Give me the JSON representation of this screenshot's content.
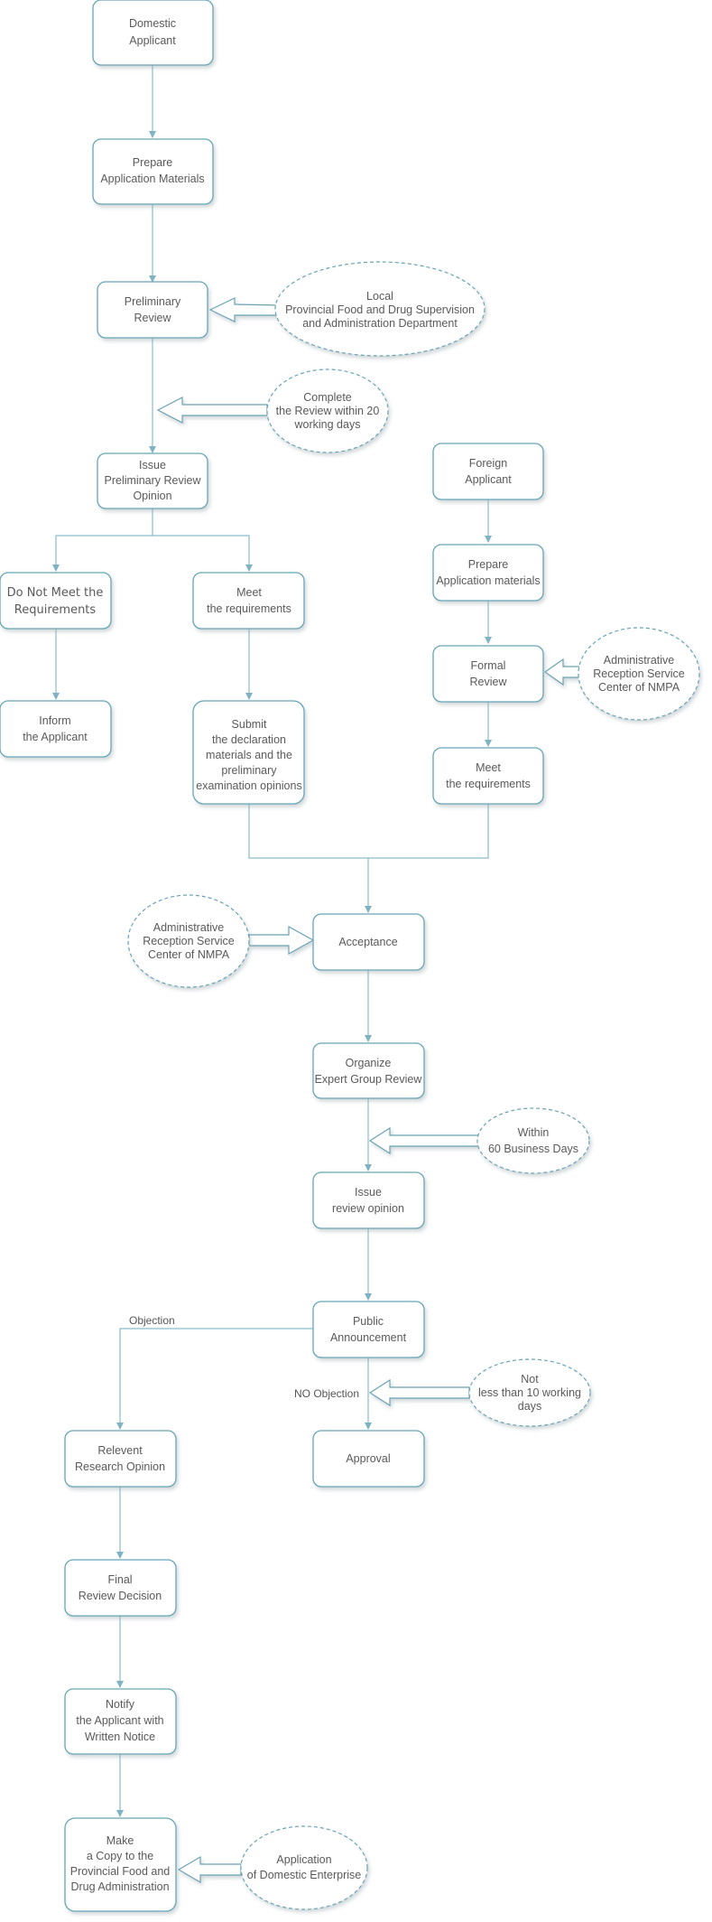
{
  "nodes": {
    "domestic_applicant": [
      "Domestic",
      "Applicant"
    ],
    "prepare_materials": [
      "Prepare",
      "Application Materials"
    ],
    "preliminary_review": [
      "Preliminary",
      "Review"
    ],
    "local_department": [
      "Local",
      "Provincial Food and Drug Supervision",
      "and Administration Department"
    ],
    "complete_review": [
      "Complete",
      "the Review within 20",
      "working days"
    ],
    "issue_preliminary_opinion": [
      "Issue",
      "Preliminary Review",
      "Opinion"
    ],
    "do_not_meet": [
      "Do Not Meet the",
      "Requirements"
    ],
    "meet_requirements_left": [
      "Meet",
      "the requirements"
    ],
    "inform_applicant": [
      "Inform",
      "the Applicant"
    ],
    "submit_declaration": [
      "Submit",
      "the declaration",
      "materials and the",
      "preliminary",
      "examination opinions"
    ],
    "foreign_applicant": [
      "Foreign",
      "Applicant"
    ],
    "prepare_materials_foreign": [
      "Prepare",
      "Application materials"
    ],
    "formal_review": [
      "Formal",
      "Review"
    ],
    "reception_center_right": [
      "Administrative",
      "Reception Service",
      "Center of NMPA"
    ],
    "meet_requirements_right": [
      "Meet",
      "the requirements"
    ],
    "acceptance": [
      "Acceptance"
    ],
    "reception_center_left": [
      "Administrative",
      "Reception Service",
      "Center of NMPA"
    ],
    "organize_review": [
      "Organize",
      "Expert Group Review"
    ],
    "within_60_days": [
      "Within",
      "60 Business Days"
    ],
    "issue_review_opinion": [
      "Issue",
      "review opinion"
    ],
    "public_announcement": [
      "Public",
      "Announcement"
    ],
    "not_less_than_10": [
      "Not",
      "less than 10 working",
      "days"
    ],
    "approval": [
      "Approval"
    ],
    "relevant_research": [
      "Relevent",
      "Research Opinion"
    ],
    "final_review": [
      "Final",
      "Review Decision"
    ],
    "notify_applicant": [
      "Notify",
      "the Applicant with",
      "Written Notice"
    ],
    "make_copy": [
      "Make",
      "a Copy to the",
      "Provincial Food and",
      "Drug Administration"
    ],
    "domestic_enterprise": [
      "Application",
      "of Domestic Enterprise"
    ]
  },
  "edge_labels": {
    "objection": "Objection",
    "no_objection": "NO Objection"
  },
  "colors": {
    "box_stroke": "#67a6b8",
    "edge": "#8bbccb",
    "text": "#5a5a5a"
  }
}
